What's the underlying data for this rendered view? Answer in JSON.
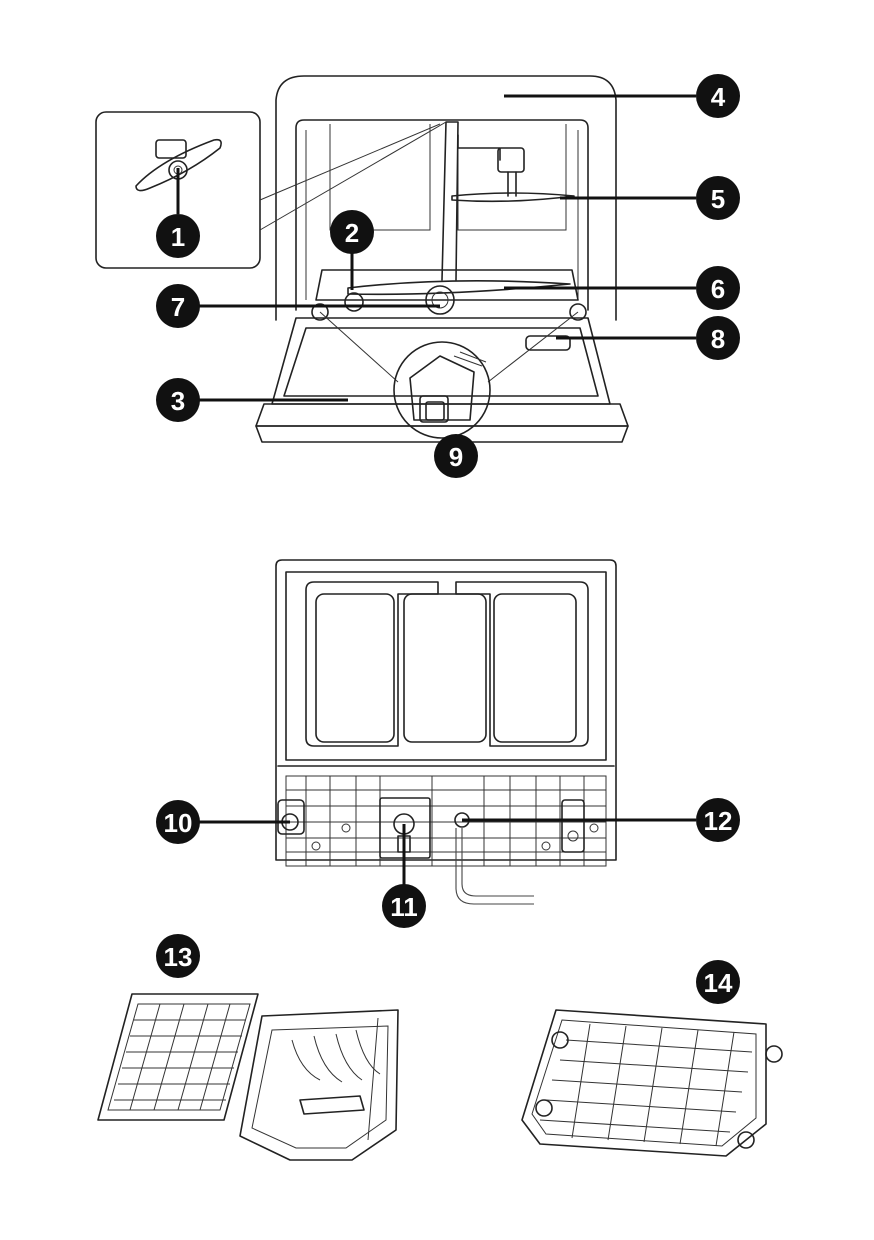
{
  "callouts": [
    {
      "id": "c1",
      "label": "1"
    },
    {
      "id": "c2",
      "label": "2"
    },
    {
      "id": "c3",
      "label": "3"
    },
    {
      "id": "c4",
      "label": "4"
    },
    {
      "id": "c5",
      "label": "5"
    },
    {
      "id": "c6",
      "label": "6"
    },
    {
      "id": "c7",
      "label": "7"
    },
    {
      "id": "c8",
      "label": "8"
    },
    {
      "id": "c9",
      "label": "9"
    },
    {
      "id": "c10",
      "label": "10"
    },
    {
      "id": "c11",
      "label": "11"
    },
    {
      "id": "c12",
      "label": "12"
    },
    {
      "id": "c13",
      "label": "13"
    },
    {
      "id": "c14",
      "label": "14"
    }
  ],
  "colors": {
    "line": "#222222",
    "badge": "#111111",
    "badge_text": "#ffffff"
  }
}
